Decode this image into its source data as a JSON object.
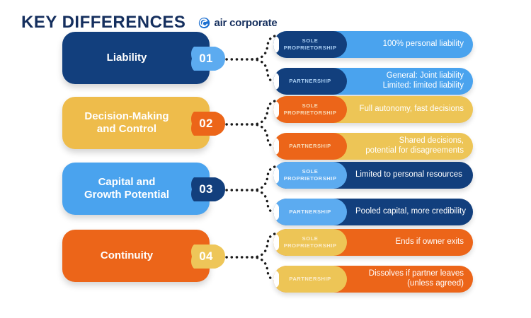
{
  "header": {
    "title": "KEY DIFFERENCES",
    "brand_name": "air corporate",
    "brand_icon": "spiral-logo-icon",
    "title_color": "#152f5e"
  },
  "labels": {
    "sole_proprietorship": "SOLE\nPROPRIETORSHIP",
    "partnership": "PARTNERSHIP"
  },
  "rows": [
    {
      "number": "01",
      "title": "Liability",
      "card_color": "#123f7d",
      "badge_color": "#5cabf0",
      "badge_text_color": "#ffffff",
      "chip_color": "#123f7d",
      "chip_text_color": "#a9cdf2",
      "bar_color": "#4aa3ee",
      "sole_label": "SOLE\nPROPRIETORSHIP",
      "sole_value": "100% personal liability",
      "partner_label": "PARTNERSHIP",
      "partner_value": "General: Joint liability\nLimited: limited liability",
      "value_align": "right"
    },
    {
      "number": "02",
      "title": "Decision-Making\nand Control",
      "card_color": "#eebc4b",
      "badge_color": "#ec6519",
      "badge_text_color": "#ffffff",
      "chip_color": "#ec6519",
      "chip_text_color": "#f7d8b4",
      "bar_color": "#edc556",
      "sole_label": "SOLE\nPROPRIETORSHIP",
      "sole_value": "Full autonomy, fast decisions",
      "partner_label": "PARTNERSHIP",
      "partner_value": "Shared decisions,\npotential for disagreements",
      "value_align": "right"
    },
    {
      "number": "03",
      "title": "Capital and\nGrowth Potential",
      "card_color": "#4aa3ee",
      "badge_color": "#123f7d",
      "badge_text_color": "#ffffff",
      "chip_color": "#5cabf0",
      "chip_text_color": "#e3f0fc",
      "bar_color": "#123f7d",
      "sole_label": "SOLE\nPROPRIETORSHIP",
      "sole_value": "Limited to personal resources",
      "partner_label": "PARTNERSHIP",
      "partner_value": "Pooled capital, more credibility",
      "value_align": "left"
    },
    {
      "number": "04",
      "title": "Continuity",
      "card_color": "#ec6519",
      "badge_color": "#eec659",
      "badge_text_color": "#ffffff",
      "chip_color": "#edc556",
      "chip_text_color": "#fbeccb",
      "bar_color": "#ec6519",
      "sole_label": "SOLE\nPROPRIETORSHIP",
      "sole_value": "Ends if owner exits",
      "partner_label": "PARTNERSHIP",
      "partner_value": "Dissolves if partner leaves\n(unless agreed)",
      "value_align": "right"
    }
  ]
}
